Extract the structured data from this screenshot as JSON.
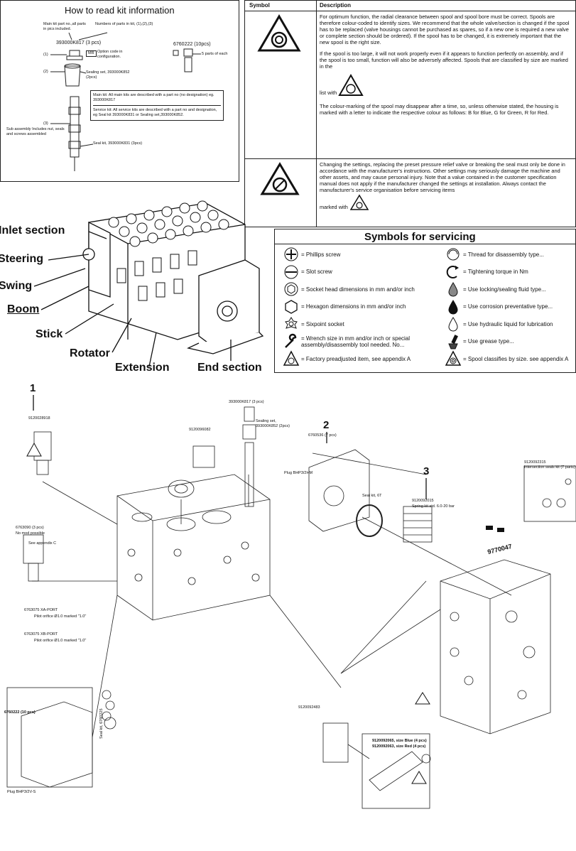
{
  "kit_info": {
    "title": "How to read kit information",
    "main_kit_label": "Main kit part no.,all parts in pics included.",
    "parts_count_label": "Numbers of parts in kit, (1),(2),(3)",
    "kit_no_1": "393000K817 (3 pcs)",
    "kit_no_2": "6760222 (10pcs)",
    "mr_tag": "MR",
    "option_code": "Option code in configuration.",
    "parts_of_each": "5 parts of each",
    "sealing_set": "Sealing set, 393000K852 (2pcs)",
    "note_main": "Main kit: All main kits are described with a part no (no designation) eg. 393000K817",
    "note_service": "Service kit: All service kits are described with a part no and designation, eg Seal kit 393000K831 or Sealing set,393000K852.",
    "sub_assembly": "Sub assembly Includes nut, seals and screws assembled",
    "seal_kit": "Seal kit, 393000K831 (3pcs)",
    "n1": "(1)",
    "n2": "(2)",
    "n3": "(3)"
  },
  "desc_table": {
    "col_symbol": "Symbol",
    "col_description": "Description",
    "row1_p1": "For optimum function, the radial clearance between spool and spool bore must be correct. Spools are therefore colour-coded to identify sizes. We recommend that the whole valve/section is changed if the spool has to be replaced (valve housings cannot be purchased as spares, so if a new one is required a new valve or complete section should be ordered). If the spool has to be changed, it is extremely important that the new spool is the right size.",
    "row1_p2": "If the spool is too large, it will not work properly even if it appears to function perfectly on assembly, and if the spool is too small, function will also be adversely affected. Spools that are classified by size are marked in the",
    "row1_listwith": "list with",
    "row1_p3": "The colour-marking of the spool may disappear after a time, so, unless otherwise stated, the housing is marked with a letter to indicate the respective colour as follows: B for Blue, G for Green, R for Red.",
    "row2_p1": "Changing the settings, replacing the preset pressure relief valve or breaking the seal must only be done in accordance with the manufacturer's instructions. Other settings may seriously damage the machine and other assets, and may cause personal injury. Note that a value contained in the customer specification manual does not apply if the manufacturer changed the settings at installation. Always contact the manufacturer's service organisation before servicing items",
    "row2_markedwith": "marked with"
  },
  "valve_labels": {
    "inlet": "Inlet section",
    "steering": "Steering",
    "swing": "Swing",
    "boom": "Boom",
    "stick": "Stick",
    "rotator": "Rotator",
    "extension": "Extension",
    "end": "End section"
  },
  "servicing": {
    "title": "Symbols for servicing",
    "left": [
      {
        "icon": "phillips-screw-icon",
        "label": "= Phillips screw"
      },
      {
        "icon": "slot-screw-icon",
        "label": "= Slot screw"
      },
      {
        "icon": "socket-head-icon",
        "label": "= Socket head dimensions in mm and/or inch"
      },
      {
        "icon": "hexagon-icon",
        "label": "= Hexagon dimensions in mm and/or inch"
      },
      {
        "icon": "sixpoint-socket-icon",
        "label": "= Sixpoint socket"
      },
      {
        "icon": "wrench-icon",
        "label": "= Wrench size in mm and/or inch or special assembly/disassembly tool needed. No..."
      },
      {
        "icon": "factory-preadjusted-icon",
        "label": "= Factory preadjusted item, see appendix A"
      }
    ],
    "right": [
      {
        "icon": "thread-icon",
        "label": "= Thread for disassembly type..."
      },
      {
        "icon": "torque-icon",
        "label": "= Tightening torque in Nm"
      },
      {
        "icon": "locking-fluid-icon",
        "label": "= Use locking/sealing fluid type..."
      },
      {
        "icon": "corrosion-icon",
        "label": "= Use corrosion preventative type..."
      },
      {
        "icon": "hydraulic-liquid-icon",
        "label": "= Use hydraulic liquid for lubrication"
      },
      {
        "icon": "grease-icon",
        "label": "= Use grease type..."
      },
      {
        "icon": "spool-size-icon",
        "label": "= Spool classifies by size. see appendix A"
      }
    ]
  },
  "exploded": {
    "callout_1": "1",
    "callout_2": "2",
    "callout_3": "3",
    "p_9120": "9120028918",
    "p_6763090": "6763090 (3 pcs)",
    "p_no_mod": "No mod possible",
    "p_see_app": "See appendix C",
    "p_xa": "6763075  XA-PORT",
    "p_xb": "6763075  XB-PORT",
    "p_pilot": "Pilot orifice Ø1.0 marked \"1.0\"",
    "p_6760222": "6760222 (10 pcs)",
    "p_9120096": "9120096082",
    "p_393k": "393000K817 (3 pcs)",
    "p_sealing": "Sealing set, 393000K852 (2pcs)",
    "p_2_kit": "6760536 (7 pcs)",
    "p_seal8": "Seal kit, 6T",
    "p_plug": "Plug BHP3/2HM",
    "p_3_kit": "9120092015",
    "p_spring": "Spring kit std. 6.0-20 bar",
    "p_9120092315": "9120092315",
    "p_intersection": "Intersection seals kit (7 parts)",
    "p_stamp": "9770047",
    "p_9120092483": "9120092483",
    "p_spool": "9120092065, size Blue (4 pcs)",
    "p_spool2": "9120092063, size Red (4 pcs)",
    "p_seal_kit_2": "Seal kit, 6760225",
    "p_plug2": "Plug BHP3/2V-S"
  }
}
